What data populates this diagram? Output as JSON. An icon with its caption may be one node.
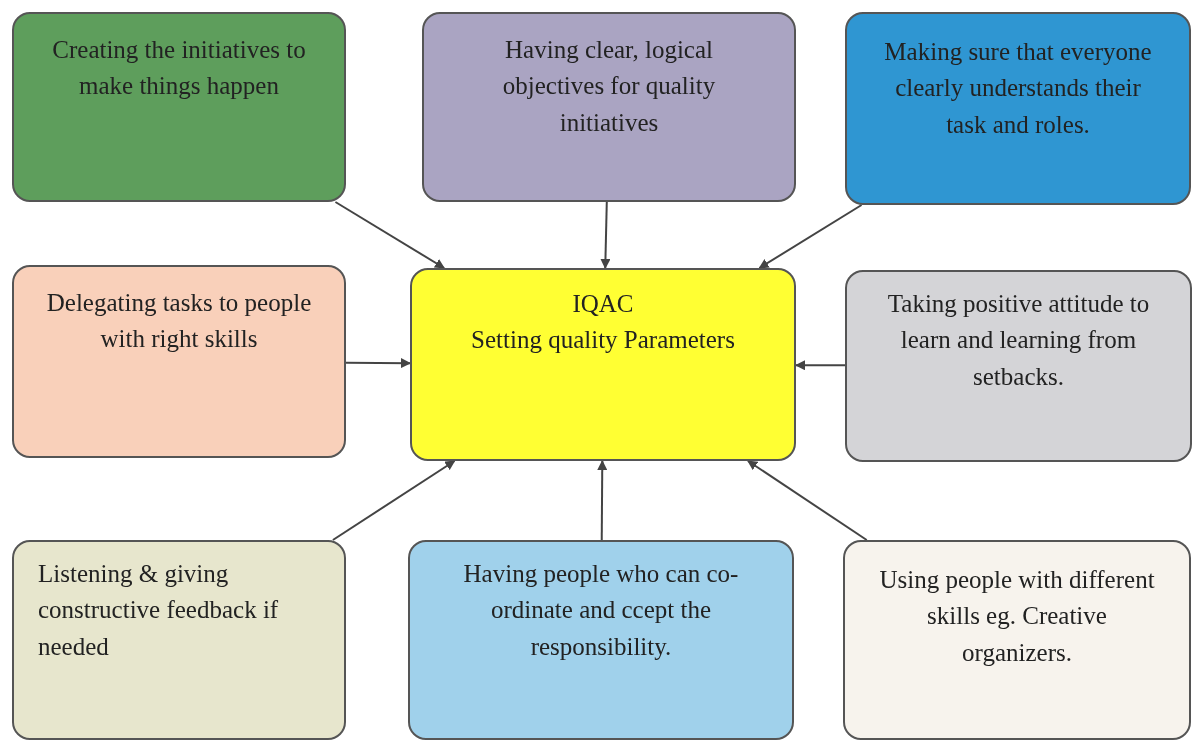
{
  "diagram": {
    "nodes": [
      {
        "text": [
          "Creating the initiatives to make things happen"
        ]
      },
      {
        "text": [
          "Having clear, logical objectives for quality initiatives"
        ]
      },
      {
        "text": [
          "Making sure that everyone clearly understands their task and roles."
        ]
      },
      {
        "text": [
          "Delegating tasks to people with right skills"
        ]
      },
      {
        "text": [
          "IQAC",
          "Setting quality Parameters"
        ]
      },
      {
        "text": [
          "Taking positive attitude to learn and learning from  setbacks."
        ]
      },
      {
        "text": [
          "Listening & giving constructive feedback if needed"
        ]
      },
      {
        "text": [
          "Having people who can co-ordinate and ccept the responsibility."
        ]
      },
      {
        "text": [
          "Using people with different skills eg. Creative organizers."
        ]
      }
    ],
    "edges": [
      {
        "from": 0,
        "to": 4,
        "arrow": "to"
      },
      {
        "from": 1,
        "to": 4,
        "arrow": "to"
      },
      {
        "from": 2,
        "to": 4,
        "arrow": "to"
      },
      {
        "from": 3,
        "to": 4,
        "arrow": "to"
      },
      {
        "from": 5,
        "to": 4,
        "arrow": "to"
      },
      {
        "from": 6,
        "to": 4,
        "arrow": "to"
      },
      {
        "from": 7,
        "to": 4,
        "arrow": "to"
      },
      {
        "from": 8,
        "to": 4,
        "arrow": "to"
      }
    ]
  }
}
